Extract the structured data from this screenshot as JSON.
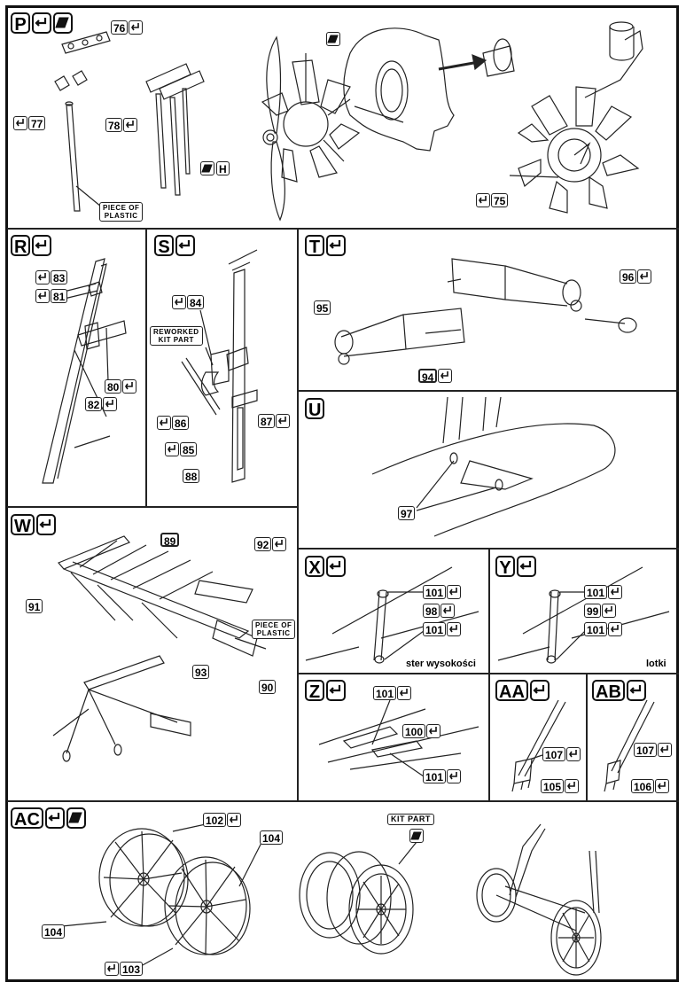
{
  "panels": {
    "P": {
      "label": "P",
      "parts": {
        "p76": "76",
        "p77": "77",
        "p78": "78",
        "p75": "75"
      },
      "piece_of_plastic": [
        "PIECE OF",
        "PLASTIC"
      ],
      "h_label": "H"
    },
    "R": {
      "label": "R",
      "parts": {
        "p83": "83",
        "p81": "81",
        "p80": "80",
        "p82": "82"
      }
    },
    "S": {
      "label": "S",
      "parts": {
        "p84": "84",
        "p86": "86",
        "p85": "85",
        "p87": "87",
        "p88": "88"
      },
      "reworked": [
        "REWORKED",
        "KIT PART"
      ]
    },
    "T": {
      "label": "T",
      "parts": {
        "p95": "95",
        "p96": "96",
        "p94": "94"
      }
    },
    "U": {
      "label": "U",
      "parts": {
        "p97": "97"
      }
    },
    "W": {
      "label": "W",
      "parts": {
        "p89": "89",
        "p92": "92",
        "p91": "91",
        "p93": "93",
        "p90": "90"
      },
      "piece_of_plastic": [
        "PIECE OF",
        "PLASTIC"
      ]
    },
    "X": {
      "label": "X",
      "parts": {
        "a": "101",
        "b": "98",
        "c": "101"
      },
      "caption": "ster wysokości"
    },
    "Y": {
      "label": "Y",
      "parts": {
        "a": "101",
        "b": "99",
        "c": "101"
      },
      "caption": "lotki"
    },
    "Z": {
      "label": "Z",
      "parts": {
        "a": "101",
        "b": "100",
        "c": "101"
      }
    },
    "AA": {
      "label": "AA",
      "parts": {
        "a": "107",
        "b": "105"
      }
    },
    "AB": {
      "label": "AB",
      "parts": {
        "a": "107",
        "b": "106"
      }
    },
    "AC": {
      "label": "AC",
      "parts": {
        "p102": "102",
        "p104a": "104",
        "p104b": "104",
        "p103": "103"
      },
      "kit_part": "KIT PART"
    }
  }
}
